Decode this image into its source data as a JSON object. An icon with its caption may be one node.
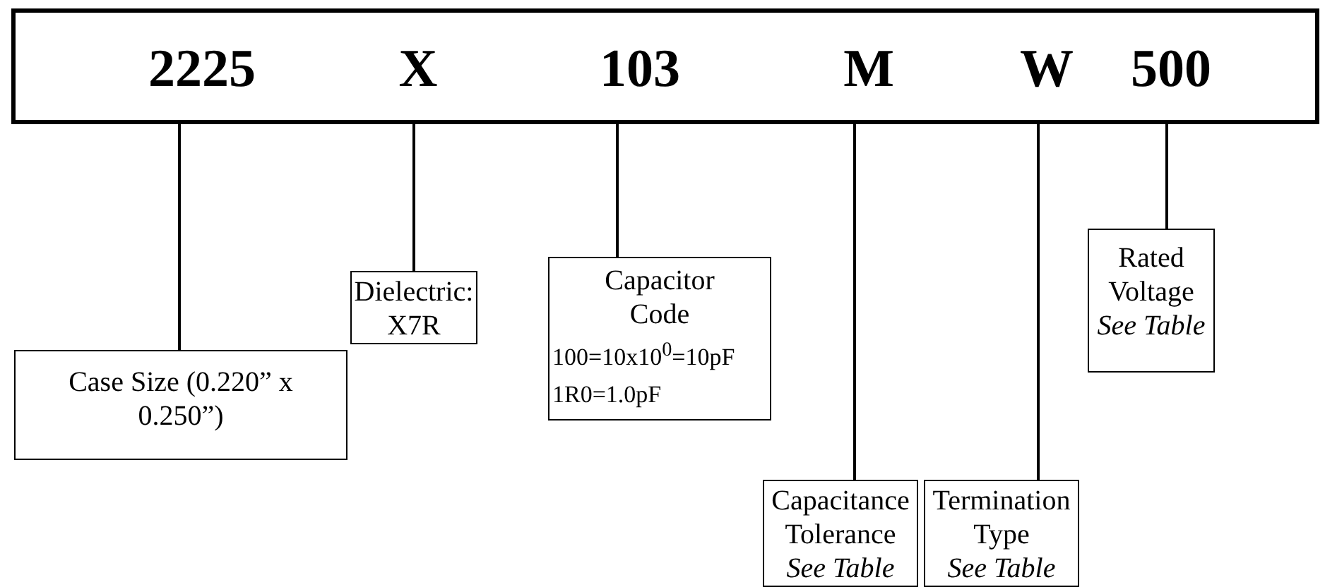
{
  "diagram": {
    "nodes": [
      {
        "text": [],
        "shape": "box"
      },
      {
        "text": [
          "2225"
        ],
        "in": 0
      },
      {
        "text": [
          "X"
        ],
        "in": 0
      },
      {
        "text": [
          "103"
        ],
        "in": 0
      },
      {
        "text": [
          "M"
        ],
        "in": 0
      },
      {
        "text": [
          "W"
        ],
        "in": 0
      },
      {
        "text": [
          "500"
        ],
        "in": 0
      },
      {
        "text": [
          "Case Size (0.220” x 0.250”)"
        ]
      },
      {
        "text": [
          "Dielectric: X7R"
        ]
      },
      {
        "text": [
          "Capacitor Code",
          "100=10x10$^{0}$=10pF",
          "1R0=1.0pF"
        ]
      },
      {
        "text": [
          "Capacitance Tolerance",
          "See Table"
        ]
      },
      {
        "text": [
          "Termination Type",
          "See Table"
        ]
      },
      {
        "text": [
          "Rated Voltage",
          "See Table"
        ]
      }
    ],
    "edges": [
      {
        "from": 1,
        "to": 7,
        "arrow": "none"
      },
      {
        "from": 2,
        "to": 8,
        "arrow": "none"
      },
      {
        "from": 3,
        "to": 9,
        "arrow": "none"
      },
      {
        "from": 4,
        "to": 10,
        "arrow": "none"
      },
      {
        "from": 5,
        "to": 11,
        "arrow": "none"
      },
      {
        "from": 6,
        "to": 12,
        "arrow": "none"
      }
    ]
  }
}
